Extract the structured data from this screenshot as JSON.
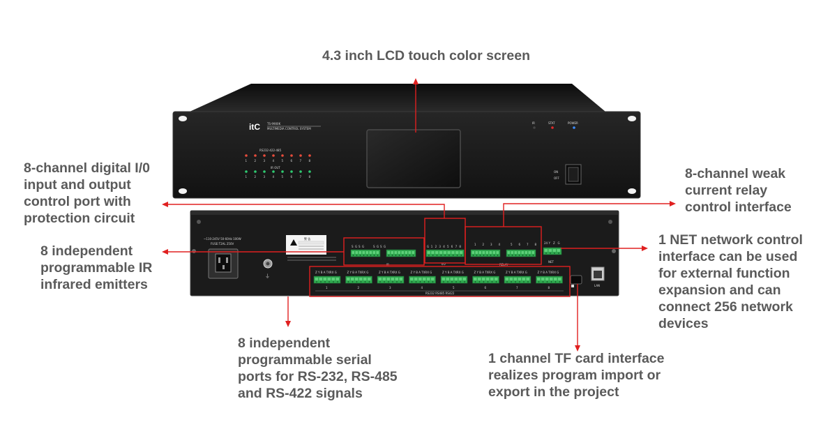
{
  "callouts": {
    "lcd": {
      "lines": [
        "4.3 inch LCD touch color screen"
      ]
    },
    "digital_io": {
      "lines": [
        "8-channel digital I/0",
        "input and output",
        "control port with",
        "protection circuit"
      ]
    },
    "ir_emitters": {
      "lines": [
        "8 independent",
        "programmable IR",
        "infrared emitters"
      ]
    },
    "relay": {
      "lines": [
        "8-channel weak",
        "current relay",
        "control interface"
      ]
    },
    "net": {
      "lines": [
        "1 NET network control",
        "interface can be used",
        "for external function",
        "expansion and can",
        "connect 256 network",
        "devices"
      ]
    },
    "serial": {
      "lines": [
        "8 independent",
        "programmable serial",
        "ports for RS-232, RS-485",
        "and RS-422 signals"
      ]
    },
    "tf_card": {
      "lines": [
        "1 channel TF card interface",
        "realizes program import or",
        "export in the project"
      ]
    }
  },
  "device_front": {
    "logo": "itC",
    "model": "TS-9900K",
    "subtitle": "MULTIMEDIA CONTROL SYSTEM",
    "serial_header": "RS232-422-485",
    "ir_header": "IR OUT",
    "channels": [
      "1",
      "2",
      "3",
      "4",
      "5",
      "6",
      "7",
      "8"
    ],
    "indicators": [
      "IR",
      "STAT",
      "POWER"
    ],
    "switch_on": "ON",
    "switch_off": "OFF"
  },
  "device_rear": {
    "power_spec": "~110-245V  50-60Hz 100W",
    "fuse_spec": "FUSE:T2AL 250V",
    "warning_title": "警 告",
    "serial_bus_label": "RS232 RS485 RS422",
    "io_label": "I/O",
    "relay_label": "RELAY",
    "net_label": "NET",
    "lan_label": "LAN",
    "ir_label": "IR",
    "serial_pins": "Z Y B A TXRX G"
  },
  "colors": {
    "callout_text": "#5a5a5a",
    "arrow": "#e02020",
    "chassis": "#1a1a1a",
    "terminal_green": "#2fa84f"
  }
}
